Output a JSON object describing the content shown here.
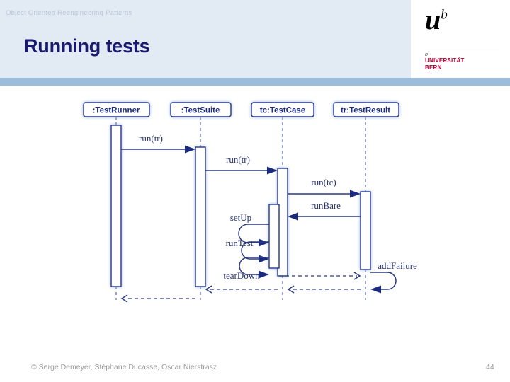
{
  "header": {
    "kicker": "Object Oriented Reengineering Patterns",
    "title": "Running tests"
  },
  "logo": {
    "mark": "u",
    "superscript": "b",
    "small_b": "b",
    "line1": "UNIVERSITÄT",
    "line2": "BERN",
    "accent_color": "#b00033"
  },
  "footer": {
    "copyright": "© Serge Demeyer, Stéphane Ducasse, Oscar Nierstrasz",
    "page_number": "44"
  },
  "colors": {
    "header_band": "#e2eaf4",
    "blue_stripe": "#9cbcdc",
    "title": "#191970",
    "diagram_ink": "#24348c",
    "footer_text": "#9a9a9a"
  },
  "diagram": {
    "type": "uml-sequence-diagram",
    "participants": [
      {
        "id": "runner",
        "label": ":TestRunner"
      },
      {
        "id": "suite",
        "label": ":TestSuite"
      },
      {
        "id": "case",
        "label": "tc:TestCase"
      },
      {
        "id": "result",
        "label": "tr:TestResult"
      }
    ],
    "messages": [
      {
        "label": "run(tr)",
        "from": "runner",
        "to": "suite",
        "kind": "call"
      },
      {
        "label": "run(tr)",
        "from": "suite",
        "to": "case",
        "kind": "call"
      },
      {
        "label": "run(tc)",
        "from": "case",
        "to": "result",
        "kind": "call"
      },
      {
        "label": "runBare",
        "from": "result",
        "to": "case",
        "kind": "call"
      },
      {
        "label": "setUp",
        "from": "case",
        "to": "case",
        "kind": "self"
      },
      {
        "label": "runTest",
        "from": "case",
        "to": "case",
        "kind": "self"
      },
      {
        "label": "tearDown",
        "from": "case",
        "to": "case",
        "kind": "self"
      },
      {
        "label": "addFailure",
        "from": "result",
        "to": "result",
        "kind": "self"
      },
      {
        "label": "",
        "from": "case",
        "to": "result",
        "kind": "return"
      },
      {
        "label": "",
        "from": "result",
        "to": "case",
        "kind": "return"
      },
      {
        "label": "",
        "from": "case",
        "to": "suite",
        "kind": "return"
      },
      {
        "label": "",
        "from": "suite",
        "to": "runner",
        "kind": "return"
      }
    ]
  }
}
